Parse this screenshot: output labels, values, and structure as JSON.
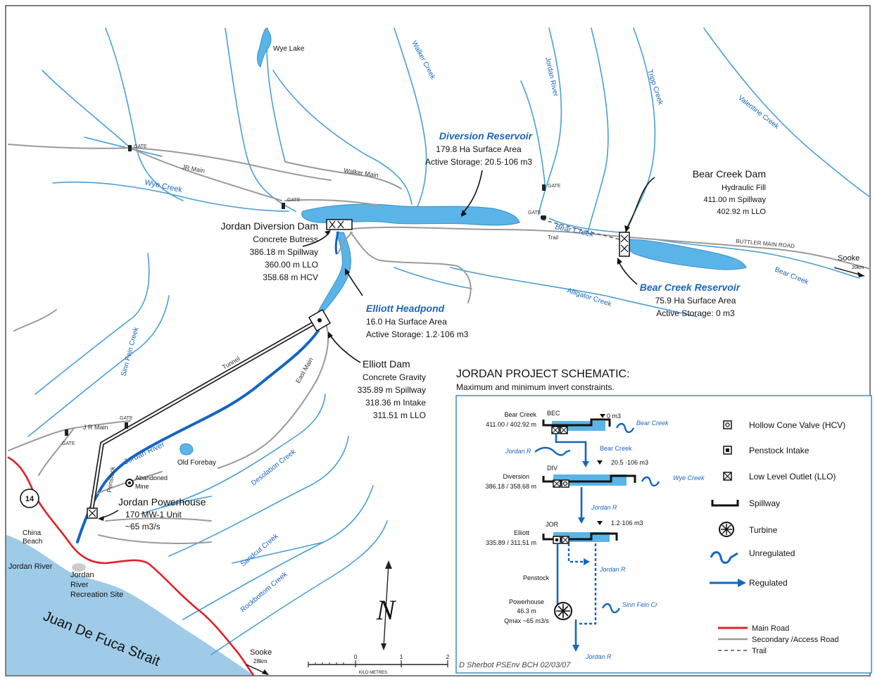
{
  "colors": {
    "water": "#5bb4e8",
    "river": "#4a9fd4",
    "regulated": "#1565c0",
    "main_road": "#e0202a",
    "secondary_road": "#9a9a9a",
    "label_blue": "#1a66b8"
  },
  "waterbodies": {
    "wye_lake": "Wye Lake",
    "walker_creek": "Walker Creek",
    "jordan_river_upper": "Jordan River",
    "tripp_creek": "Tripp Creek",
    "valentine_creek": "Valentine Creek",
    "wye_creek": "Wye Creek",
    "bear_creek_upper": "Bear Creek",
    "bear_creek_lower": "Bear Creek",
    "alligator_creek": "Alligator Creek",
    "sinn_fein_creek": "Sinn Fein Creek",
    "jordan_river_lower": "Jordan River",
    "desolation_creek": "Desolation Creek",
    "sandcut_creek": "Sandcut Creek",
    "rockbottom_creek": "Rockbottom Creek",
    "old_forebay": "Old Forebay",
    "strait": "Juan De Fuca Strait"
  },
  "roads": {
    "jr_main_upper": "JR Main",
    "walker_main": "Walker Main",
    "buttler_main": "BUTTLER MAIN ROAD",
    "trail": "Trail",
    "tunnel": "Tunnel",
    "east_main": "East Main",
    "penstock": "Penstock",
    "jr_main_lower": "J R Main",
    "highway": "14",
    "gate": "GATE"
  },
  "places": {
    "china_beach_1": "China",
    "china_beach_2": "Beach",
    "jordan_river_town": "Jordan River",
    "recreation_1": "Jordan",
    "recreation_2": "River",
    "recreation_3": "Recreation Site",
    "abandoned_mine_1": "Abandoned",
    "abandoned_mine_2": "Mine",
    "sooke_east": "Sooke",
    "sooke_east_dist": "20km",
    "sooke_south": "Sooke",
    "sooke_south_dist": "28km"
  },
  "features": {
    "diversion_reservoir": {
      "name": "Diversion Reservoir",
      "area": "179.8 Ha Surface Area",
      "storage": "Active Storage: 20.5·106 m3"
    },
    "bear_creek_dam": {
      "name": "Bear Creek Dam",
      "type": "Hydraulic Fill",
      "spillway": "411.00 m Spillway",
      "llo": "402.92 m LLO"
    },
    "jordan_diversion_dam": {
      "name": "Jordan Diversion Dam",
      "type": "Concrete Butress",
      "spillway": "386.18 m Spillway",
      "llo": "360.00 m LLO",
      "hcv": "358.68 m HCV"
    },
    "bear_creek_reservoir": {
      "name": "Bear Creek Reservoir",
      "area": "75.9 Ha Surface Area",
      "storage": "Active Storage: 0 m3"
    },
    "elliott_headpond": {
      "name": "Elliott Headpond",
      "area": "16.0 Ha Surface Area",
      "storage": "Active Storage: 1.2·106 m3"
    },
    "elliott_dam": {
      "name": "Elliott Dam",
      "type": "Concrete Gravity",
      "spillway": "335.89 m Spillway",
      "intake": "318.36 m Intake",
      "llo": "311.51 m LLO"
    },
    "jordan_powerhouse": {
      "name": "Jordan Powerhouse",
      "units": "170 MW-1 Unit",
      "flow": "~65 m3/s"
    }
  },
  "schematic": {
    "title": "JORDAN PROJECT SCHEMATIC:",
    "subtitle": "Maximum and minimum invert constraints.",
    "bec_name": "Bear Creek",
    "bec_elev": "411.00 / 402.92 m",
    "bec_code": "BEC",
    "bec_storage": "0 m3",
    "bec_inflow": "Bear Creek",
    "jordan_in": "Jordan R",
    "bec_out": "Bear Creek",
    "div_storage": "20.5 ·106 m3",
    "div_name": "Diversion",
    "div_elev": "386.18 / 358.68 m",
    "div_code": "DIV",
    "wye_in": "Wye Creek",
    "div_out": "Jordan R",
    "jor_code": "JOR",
    "jor_storage": "1.2·106 m3",
    "jor_name": "Elliott",
    "jor_elev": "335.89 / 311.51 m",
    "jor_spill": "Jordan R",
    "penstock": "Penstock",
    "ph_name": "Powerhouse",
    "ph_head": "46.3 m",
    "ph_q": "Qmax ~65 m3/s",
    "sinn_in": "Sinn Fein Cr",
    "out": "Jordan R",
    "credit": "D Sherbot PSEnv BCH 02/03/07"
  },
  "legend": {
    "hcv": "Hollow Cone Valve (HCV)",
    "intake": "Penstock Intake",
    "llo": "Low Level Outlet (LLO)",
    "spillway": "Spillway",
    "turbine": "Turbine",
    "unregulated": "Unregulated",
    "regulated": "Regulated",
    "main_road": "Main Road",
    "secondary": "Secondary /Access Road",
    "trail": "Trail"
  },
  "compass": "N",
  "scale": {
    "t0": "0",
    "t1": "1",
    "t2": "2",
    "unit": "KILO METRES"
  }
}
